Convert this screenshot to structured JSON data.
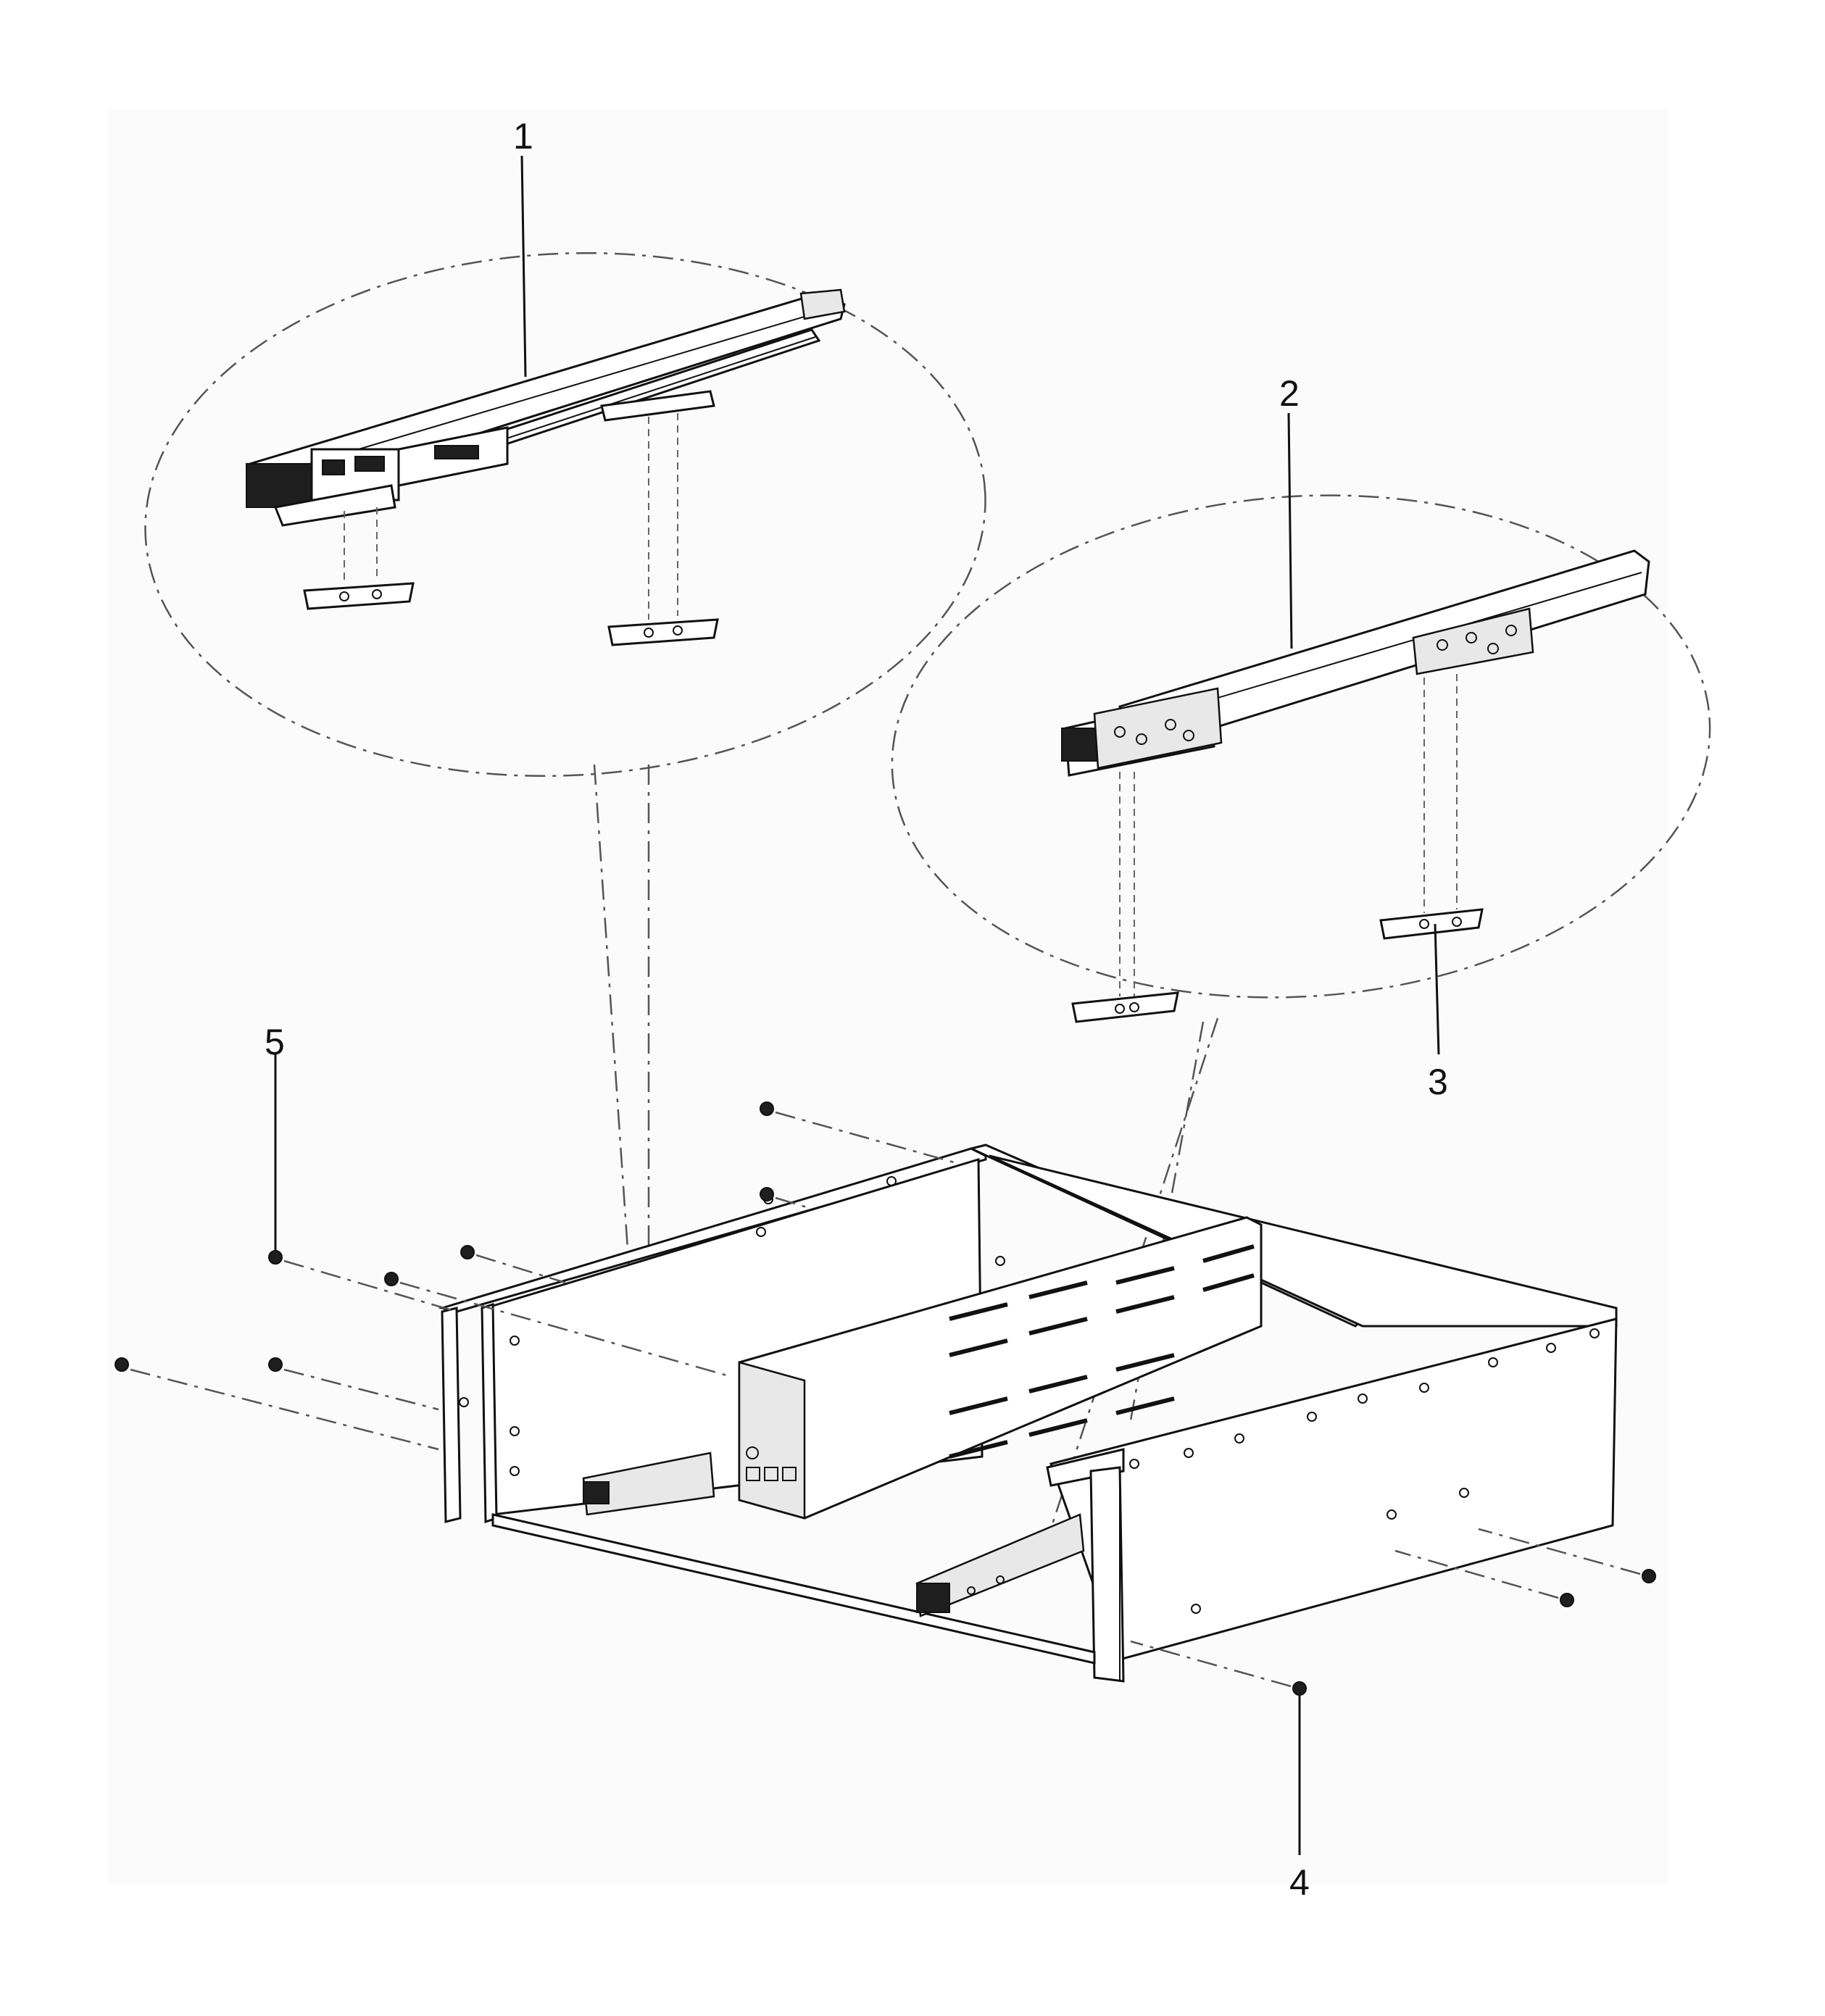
{
  "figure": {
    "callouts": [
      {
        "id": "c1",
        "label": "1"
      },
      {
        "id": "c2",
        "label": "2"
      },
      {
        "id": "c3",
        "label": "3"
      },
      {
        "id": "c4",
        "label": "4"
      },
      {
        "id": "c5",
        "label": "5"
      }
    ]
  }
}
